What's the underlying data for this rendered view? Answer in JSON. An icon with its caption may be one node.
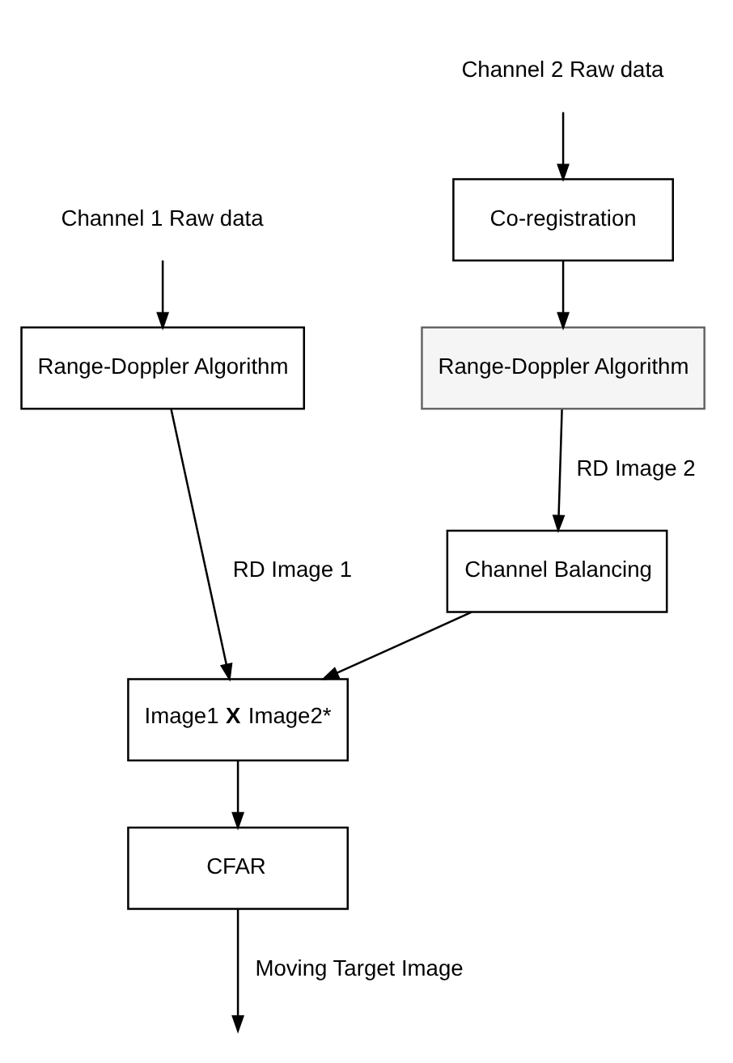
{
  "diagram": {
    "nodes": [
      {
        "text": [
          "Channel 1 Raw data"
        ]
      },
      {
        "text": [
          "Range-Doppler Algorithm"
        ]
      },
      {
        "text": [
          "Channel 2 Raw data"
        ]
      },
      {
        "text": [
          "Co-registration"
        ]
      },
      {
        "text": [
          "Range-Doppler Algorithm"
        ]
      },
      {
        "text": [
          "Channel Balancing"
        ]
      },
      {
        "text": [
          "Image1 **X** Image2*"
        ]
      },
      {
        "text": [
          "CFAR"
        ]
      }
    ],
    "edges": [
      {
        "from": 0,
        "to": 1,
        "arrow": "to"
      },
      {
        "from": 2,
        "to": 3,
        "arrow": "to"
      },
      {
        "from": 3,
        "to": 4,
        "arrow": "to"
      },
      {
        "from": 4,
        "to": 5,
        "arrow": "to",
        "label": "RD Image 2"
      },
      {
        "from": 1,
        "to": 6,
        "arrow": "to",
        "label": "RD Image 1"
      },
      {
        "from": 5,
        "to": 6,
        "arrow": "to"
      },
      {
        "from": 6,
        "to": 7,
        "arrow": "to"
      },
      {
        "from": 7,
        "to": null,
        "arrow": "to",
        "label": "Moving Target Image"
      }
    ]
  }
}
